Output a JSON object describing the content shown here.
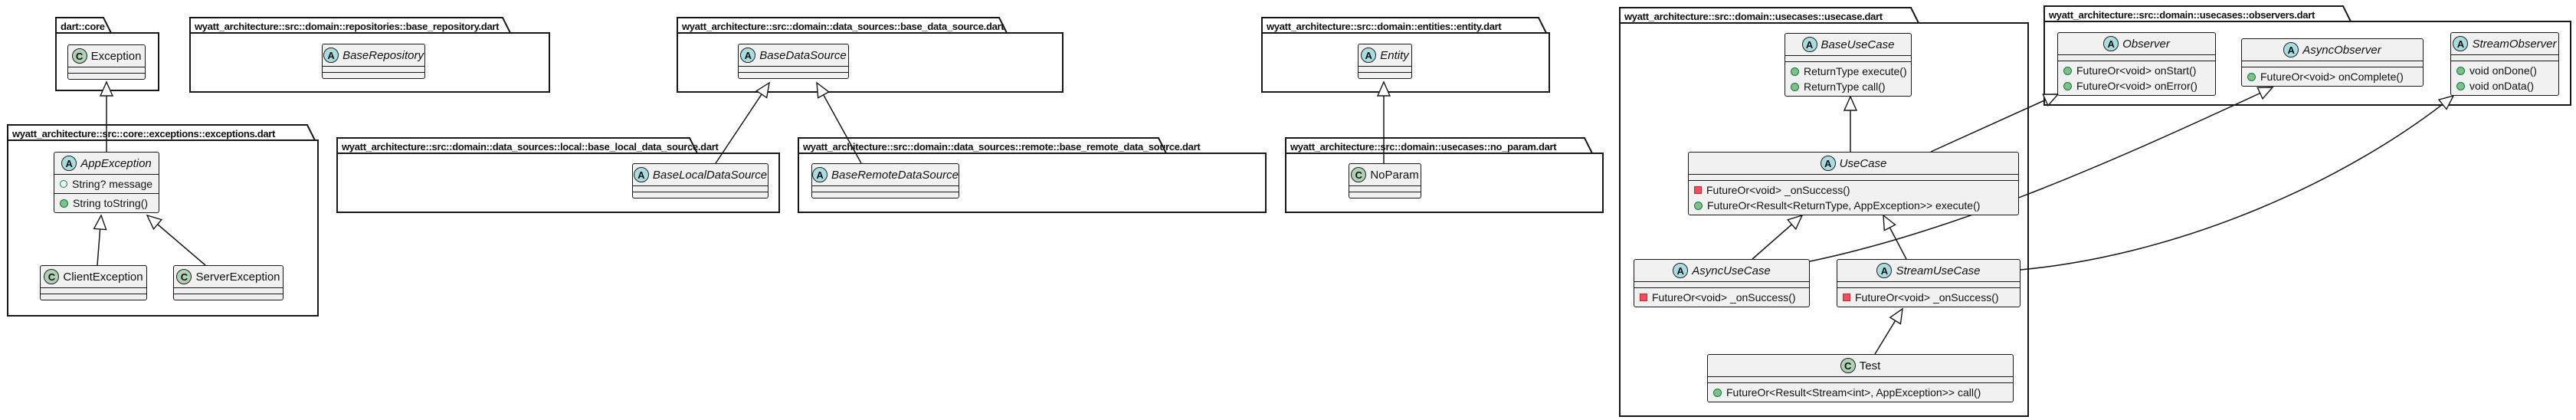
{
  "colors": {
    "background": "#FFFFFF",
    "box_fill": "#F1F1F1",
    "border": "#181818",
    "abstract_icon_fill": "#A9DCDF",
    "class_icon_fill": "#ADD1B2",
    "public_member_dot": "#84BE84",
    "field_dot_outline": "#038048",
    "private_member_square": "#F24D5C"
  },
  "packages": {
    "dart_core": {
      "title": "dart::core"
    },
    "base_repository": {
      "title": "wyatt_architecture::src::domain::repositories::base_repository.dart"
    },
    "base_data_source": {
      "title": "wyatt_architecture::src::domain::data_sources::base_data_source.dart"
    },
    "entity": {
      "title": "wyatt_architecture::src::domain::entities::entity.dart"
    },
    "exceptions": {
      "title": "wyatt_architecture::src::core::exceptions::exceptions.dart"
    },
    "local": {
      "title": "wyatt_architecture::src::domain::data_sources::local::base_local_data_source.dart"
    },
    "remote": {
      "title": "wyatt_architecture::src::domain::data_sources::remote::base_remote_data_source.dart"
    },
    "no_param": {
      "title": "wyatt_architecture::src::domain::usecases::no_param.dart"
    },
    "usecase": {
      "title": "wyatt_architecture::src::domain::usecases::usecase.dart"
    },
    "observers": {
      "title": "wyatt_architecture::src::domain::usecases::observers.dart"
    }
  },
  "classes": {
    "exception": {
      "stereotype": "C",
      "name": "Exception"
    },
    "app_exception": {
      "stereotype": "A",
      "name": "AppException",
      "fields": [
        {
          "text": "String? message"
        }
      ],
      "methods": [
        {
          "text": "String toString()"
        }
      ]
    },
    "client_exception": {
      "stereotype": "C",
      "name": "ClientException"
    },
    "server_exception": {
      "stereotype": "C",
      "name": "ServerException"
    },
    "base_repository": {
      "stereotype": "A",
      "name": "BaseRepository"
    },
    "base_data_source": {
      "stereotype": "A",
      "name": "BaseDataSource"
    },
    "base_local_data_source": {
      "stereotype": "A",
      "name": "BaseLocalDataSource"
    },
    "base_remote_data_source": {
      "stereotype": "A",
      "name": "BaseRemoteDataSource"
    },
    "entity": {
      "stereotype": "A",
      "name": "Entity"
    },
    "no_param": {
      "stereotype": "C",
      "name": "NoParam"
    },
    "base_use_case": {
      "stereotype": "A",
      "name": "BaseUseCase",
      "methods": [
        {
          "text": "ReturnType execute()"
        },
        {
          "text": "ReturnType call()"
        }
      ]
    },
    "use_case": {
      "stereotype": "A",
      "name": "UseCase",
      "methods": [
        {
          "visibility": "private",
          "text": "FutureOr<void> _onSuccess()"
        },
        {
          "visibility": "public",
          "text": "FutureOr<Result<ReturnType, AppException>> execute()"
        }
      ]
    },
    "async_use_case": {
      "stereotype": "A",
      "name": "AsyncUseCase",
      "methods": [
        {
          "visibility": "private",
          "text": "FutureOr<void> _onSuccess()"
        }
      ]
    },
    "stream_use_case": {
      "stereotype": "A",
      "name": "StreamUseCase",
      "methods": [
        {
          "visibility": "private",
          "text": "FutureOr<void> _onSuccess()"
        }
      ]
    },
    "test": {
      "stereotype": "C",
      "name": "Test",
      "methods": [
        {
          "visibility": "public",
          "text": "FutureOr<Result<Stream<int>, AppException>> call()"
        }
      ]
    },
    "observer": {
      "stereotype": "A",
      "name": "Observer",
      "methods": [
        {
          "text": "FutureOr<void> onStart()"
        },
        {
          "text": "FutureOr<void> onError()"
        }
      ]
    },
    "async_observer": {
      "stereotype": "A",
      "name": "AsyncObserver",
      "methods": [
        {
          "text": "FutureOr<void> onComplete()"
        }
      ]
    },
    "stream_observer": {
      "stereotype": "A",
      "name": "StreamObserver",
      "methods": [
        {
          "text": "void onDone()"
        },
        {
          "text": "void onData()"
        }
      ]
    }
  }
}
